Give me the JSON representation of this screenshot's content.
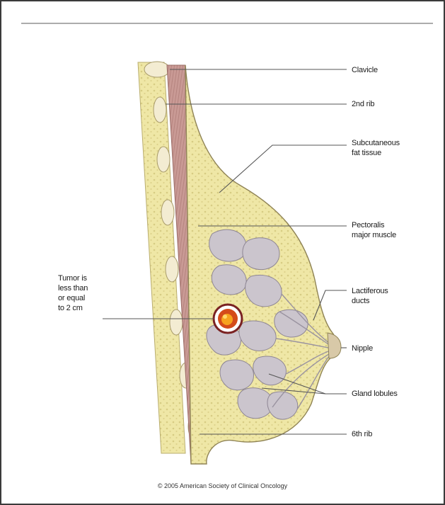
{
  "labels": {
    "clavicle": "Clavicle",
    "rib2": "2nd rib",
    "fat": "Subcutaneous\nfat tissue",
    "pectoralis": "Pectoralis\nmajor muscle",
    "ducts": "Lactiferous\nducts",
    "nipple": "Nipple",
    "lobules": "Gland lobules",
    "rib6": "6th rib",
    "tumor": "Tumor is\nless than\nor equal\nto 2 cm"
  },
  "copyright": "© 2005 American Society of Clinical Oncology",
  "colors": {
    "fat": "#efe7a6",
    "fat_outline": "#b9ad6e",
    "muscle": "#c99a95",
    "muscle_line": "#a87670",
    "gland": "#c9c3cb",
    "gland_outline": "#8e8694",
    "rib": "#f1e9c8",
    "tumor_ring": "#7a2222",
    "tumor_core": "#f08a1c",
    "leader": "#555555"
  }
}
